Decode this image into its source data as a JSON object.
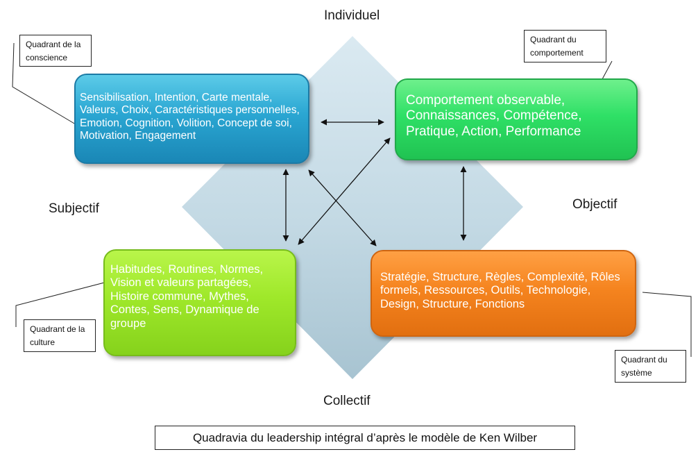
{
  "axes": {
    "top": "Individuel",
    "bottom": "Collectif",
    "left": "Subjectif",
    "right": "Objectif"
  },
  "quadrants": {
    "upper_left": "Sensibilisation, Intention, Carte mentale, Valeurs, Choix, Caractéristiques personnelles, Emotion, Cognition, Volition, Concept de soi, Motivation, Engagement",
    "upper_right": "Comportement observable, Connaissances, Compétence, Pratique, Action, Performance",
    "lower_left": "Habitudes, Routines, Normes, Vision et valeurs partagées, Histoire commune, Mythes, Contes, Sens, Dynamique de groupe",
    "lower_right": "Stratégie, Structure, Règles, Complexité, Rôles formels, Ressources, Outils, Technologie, Design, Structure, Fonctions"
  },
  "callouts": {
    "conscience": "Quadrant de la conscience",
    "comportement": "Quadrant du comportement",
    "culture": "Quadrant de la culture",
    "systeme": "Quadrant du système"
  },
  "caption": "Quadravia du leadership intégral d’après  le modèle de Ken Wilber",
  "colors": {
    "diamond": "#b9d3e0",
    "upper_left": "#2aa6d2",
    "upper_right": "#2fe066",
    "lower_left": "#9fe82a",
    "lower_right": "#f5841f"
  }
}
